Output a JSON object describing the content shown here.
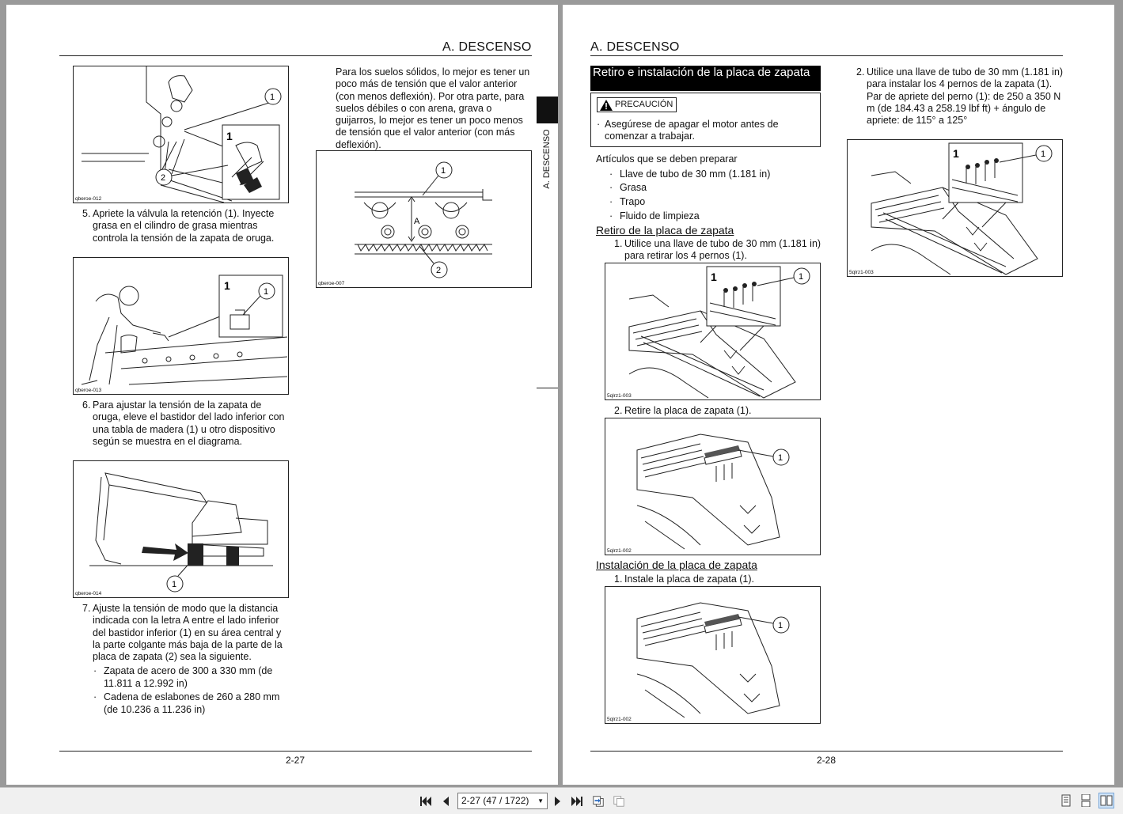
{
  "left_page": {
    "header": "A. DESCENSO",
    "side_label": "A. DESCENSO",
    "page_number": "2-27",
    "fig1": {
      "caption": "qberoe-012",
      "callout_1": "1",
      "callout_2": "2",
      "inset_label": "1"
    },
    "step5": {
      "num": "5.",
      "text": "Apriete la válvula la retención (1). Inyecte grasa en el cilindro de grasa mientras controla la tensión de la zapata de oruga."
    },
    "fig2": {
      "caption": "qberoe-013",
      "inset_label": "1",
      "callout_1": "1"
    },
    "step6": {
      "num": "6.",
      "text": "Para ajustar la tensión de la zapata de oruga, eleve el bastidor del lado inferior con una tabla de madera (1) u otro dispositivo según se muestra en el diagrama."
    },
    "fig3": {
      "caption": "qberoe-014",
      "callout_1": "1"
    },
    "step7": {
      "num": "7.",
      "text": "Ajuste la tensión de modo que la distancia indicada con la letra A entre el lado inferior del bastidor inferior (1) en su área central y la parte colgante más baja de la parte de la placa de zapata (2) sea la siguiente."
    },
    "step7_bullets": [
      "Zapata de acero de 300 a 330 mm (de 11.811 a 12.992 in)",
      "Cadena de eslabones de 260 a 280 mm (de 10.236 a 11.236 in)"
    ],
    "right_col_text": "Para los suelos sólidos, lo mejor es tener un poco más de tensión que el valor anterior (con menos deflexión). Por otra parte, para suelos débiles o con arena, grava o guijarros, lo mejor es tener un poco menos de tensión que el valor anterior (con más deflexión).",
    "fig4": {
      "caption": "qberoe-007",
      "callout_1": "1",
      "callout_2": "2",
      "dim_label": "A"
    }
  },
  "right_page": {
    "header": "A. DESCENSO",
    "page_number": "2-28",
    "section_title": "Retiro e instalación de la placa de zapata",
    "caution_label": "PRECAUCIÓN",
    "caution_text": "Asegúrese de apagar el motor antes de comenzar a trabajar.",
    "items_intro": "Artículos que se deben preparar",
    "items": [
      "Llave de tubo de 30 mm (1.181 in)",
      "Grasa",
      "Trapo",
      "Fluido de limpieza"
    ],
    "removal_title": "Retiro de la placa de zapata",
    "removal_step1": {
      "num": "1.",
      "text": "Utilice una llave de tubo de 30 mm (1.181 in) para retirar los 4 pernos (1)."
    },
    "fig_r1": {
      "caption": "5qlrz1-003",
      "inset_label": "1",
      "callout_1": "1"
    },
    "removal_step2": {
      "num": "2.",
      "text": "Retire la placa de zapata (1)."
    },
    "fig_r2": {
      "caption": "5qlrz1-002",
      "callout_1": "1"
    },
    "install_title": "Instalación de la placa de zapata",
    "install_step1": {
      "num": "1.",
      "text": "Instale la placa de zapata (1)."
    },
    "fig_r3": {
      "caption": "5qlrz1-002",
      "callout_1": "1"
    },
    "install_step2": {
      "num": "2.",
      "text": "Utilice una llave de tubo de 30 mm (1.181 in) para instalar los 4 pernos de la zapata (1). Par de apriete del perno (1): de 250 a 350 N m (de 184.43 a 258.19 lbf ft) + ángulo de apriete: de 115° a 125°"
    },
    "fig_r4": {
      "caption": "5qlrz1-003",
      "inset_label": "1",
      "callout_1": "1"
    }
  },
  "toolbar": {
    "page_indicator": "2-27 (47 / 1722)",
    "icons": [
      "first-page-icon",
      "prev-page-icon",
      "next-page-icon",
      "last-page-icon",
      "back-view-icon",
      "forward-view-icon",
      "single-page-view-icon",
      "continuous-view-icon",
      "facing-view-icon"
    ]
  }
}
